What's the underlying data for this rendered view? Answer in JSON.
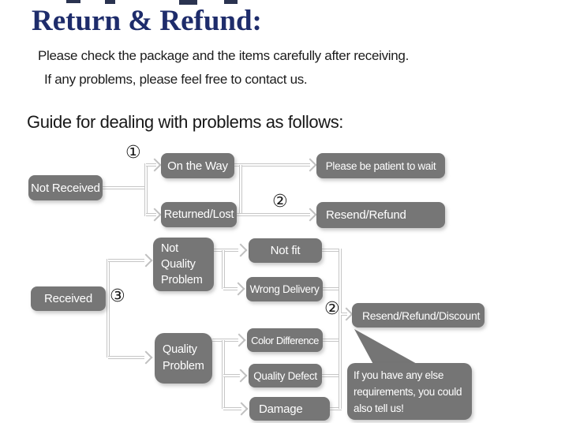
{
  "title": "Return & Refund:",
  "intro": {
    "line1": "Please check the package and the items carefully after receiving.",
    "line2": "If any problems, please feel free to contact us."
  },
  "guide_heading": "Guide for dealing with problems as follows:",
  "flowchart": {
    "markers": {
      "step1": "①",
      "step2a": "②",
      "step3": "③",
      "step2b": "②"
    },
    "nodes": {
      "not_received": "Not Received",
      "on_the_way": "On the Way",
      "be_patient": "Please be patient to wait",
      "returned_lost": "Returned/Lost",
      "resend_refund": "Resend/Refund",
      "not_quality_problem": [
        "Not",
        "Quality",
        "Problem"
      ],
      "not_fit": "Not fit",
      "wrong_delivery": "Wrong Delivery",
      "received": "Received",
      "resend_refund_discount": "Resend/Refund/Discount",
      "quality_problem": [
        "Quality",
        "Problem"
      ],
      "color_difference": "Color Difference",
      "quality_defect": "Quality Defect",
      "damage": "Damage"
    },
    "bubble": [
      "If you have any else",
      "requirements, you could",
      "also tell us!"
    ]
  },
  "colors": {
    "title_navy": "#1e2c6b",
    "body_text": "#1c1c1c",
    "node_gray": "#767676",
    "node_text": "#ffffff",
    "connector_gray": "#c6c6c6"
  }
}
